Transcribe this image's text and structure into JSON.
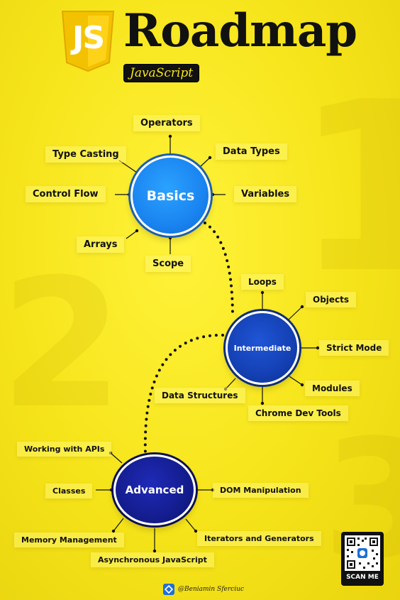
{
  "header": {
    "logo_text": "JS",
    "title": "Roadmap",
    "subtitle": "JavaScript"
  },
  "background_numbers": [
    "1",
    "2",
    "3"
  ],
  "stages": [
    {
      "label": "Basics",
      "color": "#1a84f0",
      "topics": [
        "Operators",
        "Type Casting",
        "Data Types",
        "Control Flow",
        "Variables",
        "Arrays",
        "Scope"
      ]
    },
    {
      "label": "Intermediate",
      "color": "#1440b3",
      "topics": [
        "Loops",
        "Objects",
        "Strict Mode",
        "Modules",
        "Chrome Dev Tools",
        "Data Structures"
      ]
    },
    {
      "label": "Advanced",
      "color": "#141d8e",
      "topics": [
        "Working with APIs",
        "Classes",
        "DOM Manipulation",
        "Memory Management",
        "Iterators and Generators",
        "Asynchronous JavaScript"
      ]
    }
  ],
  "footer": {
    "qr_label": "SCAN ME",
    "credit": "@Beniamin Sferciuc"
  },
  "colors": {
    "background": "#f6e51a",
    "accent_dark": "#111111"
  }
}
